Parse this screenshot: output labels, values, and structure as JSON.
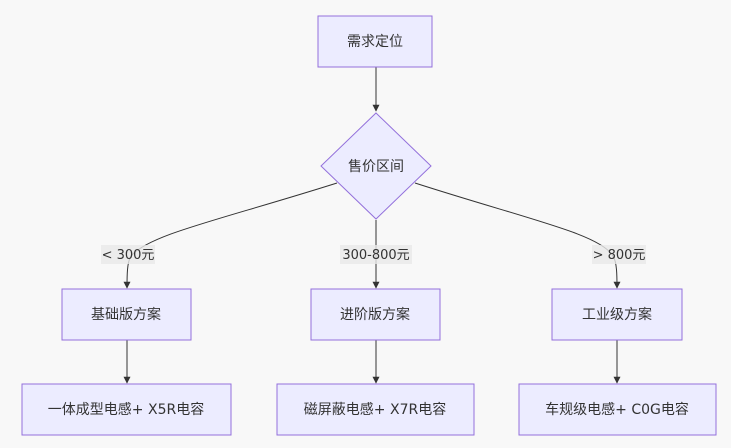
{
  "colors": {
    "background": "#f8f8f8",
    "node_fill": "#ececff",
    "node_stroke": "#9370db",
    "edge": "#333333",
    "label_bg": "#e8e8e8"
  },
  "nodes": {
    "start": "需求定位",
    "decision": "售价区间",
    "basic": "基础版方案",
    "advanced": "进阶版方案",
    "industrial": "工业级方案",
    "basic_detail": "一体成型电感+ X5R电容",
    "advanced_detail": "磁屏蔽电感+ X7R电容",
    "industrial_detail": "车规级电感+ C0G电容"
  },
  "edge_labels": {
    "low": "< 300元",
    "mid": "300-800元",
    "high": "> 800元"
  }
}
